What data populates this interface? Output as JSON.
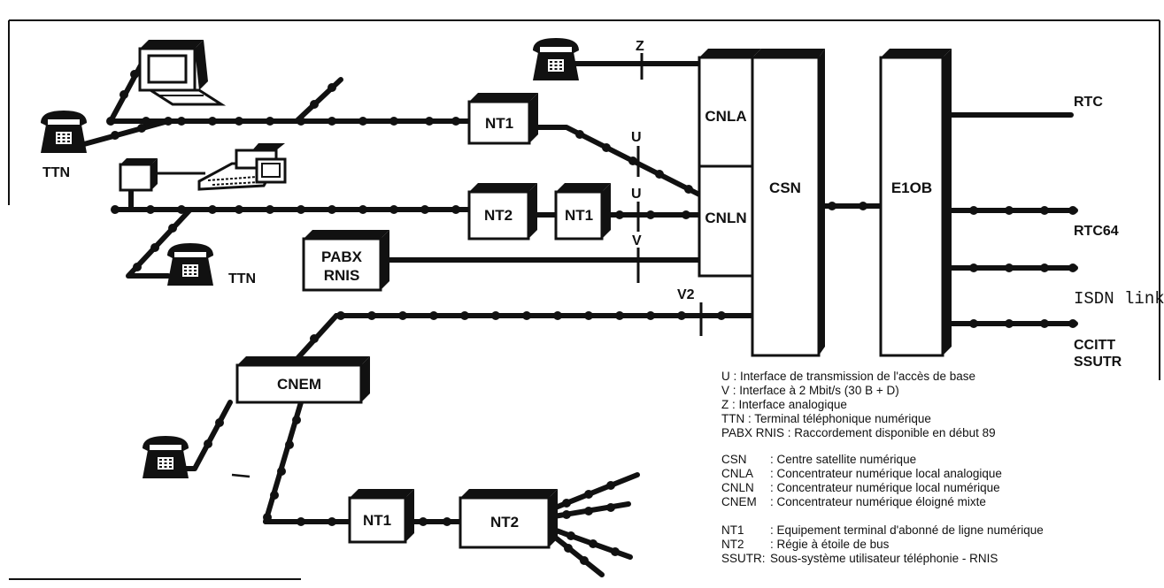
{
  "interfaces": {
    "z": "Z",
    "u1": "U",
    "u2": "U",
    "v": "V",
    "v2": "V2"
  },
  "boxes": {
    "nt1_top": "NT1",
    "nt2_mid": "NT2",
    "nt1_mid": "NT1",
    "pabx_line1": "PABX",
    "pabx_line2": "RNIS",
    "cnla": "CNLA",
    "cnln": "CNLN",
    "csn": "CSN",
    "e10b": "E1OB",
    "cnem": "CNEM",
    "nt1_bottom": "NT1",
    "nt2_bottom": "NT2"
  },
  "terminals": {
    "ttn_left": "TTN",
    "ttn_mid": "TTN"
  },
  "outputs": {
    "rtc": "RTC",
    "rtc64": "RTC64",
    "isdn": "ISDN link",
    "ccitt_line1": "CCITT",
    "ccitt_line2": "SSUTR"
  },
  "legend": {
    "group1": [
      "U : Interface de transmission de l'accès de base",
      "V : Interface à 2 Mbit/s (30 B + D)",
      "Z : Interface analogique",
      "TTN : Terminal téléphonique numérique",
      "PABX RNIS : Raccordement disponible en début 89"
    ],
    "group2": [
      {
        "abbr": "CSN",
        "desc": ": Centre satellite numérique"
      },
      {
        "abbr": "CNLA",
        "desc": ": Concentrateur numérique local analogique"
      },
      {
        "abbr": "CNLN",
        "desc": ": Concentrateur numérique local numérique"
      },
      {
        "abbr": "CNEM",
        "desc": ": Concentrateur numérique éloigné mixte"
      }
    ],
    "group3": [
      {
        "abbr": "NT1",
        "desc": ": Equipement terminal d'abonné de ligne numérique"
      },
      {
        "abbr": "NT2",
        "desc": ": Régie à étoile de bus"
      },
      {
        "abbr": "SSUTR:",
        "desc": "Sous-système utilisateur téléphonie - RNIS"
      }
    ]
  }
}
